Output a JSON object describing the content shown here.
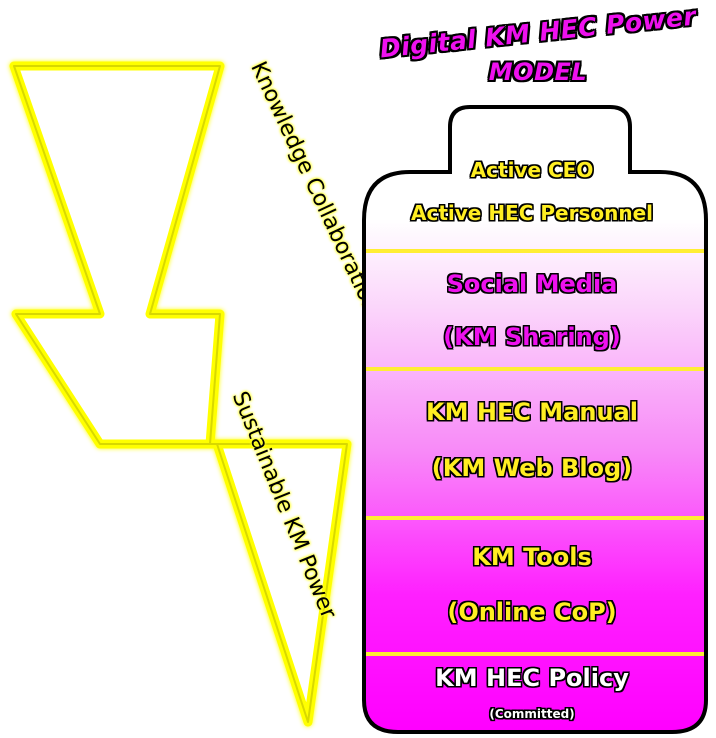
{
  "title": {
    "line1": "Digital KM HEC Power",
    "line2": "MODEL"
  },
  "lightning": {
    "upper_label": "Knowledge Collaboration",
    "lower_label": "Sustainable KM Power",
    "outline_color": "#ffff00"
  },
  "battery": {
    "cap_line1": "Active CEO",
    "cap_line2": "Active HEC Personnel",
    "segments": [
      {
        "line1": "Social Media",
        "line2": "(KM Sharing)"
      },
      {
        "line1": "KM HEC Manual",
        "line2": "(KM Web Blog)"
      },
      {
        "line1": "KM Tools",
        "line2": "(Online CoP)"
      },
      {
        "line1": "KM HEC Policy",
        "line2": "(Committed)"
      }
    ],
    "fill_color": "#ff00ff",
    "divider_color": "#ffee33"
  }
}
